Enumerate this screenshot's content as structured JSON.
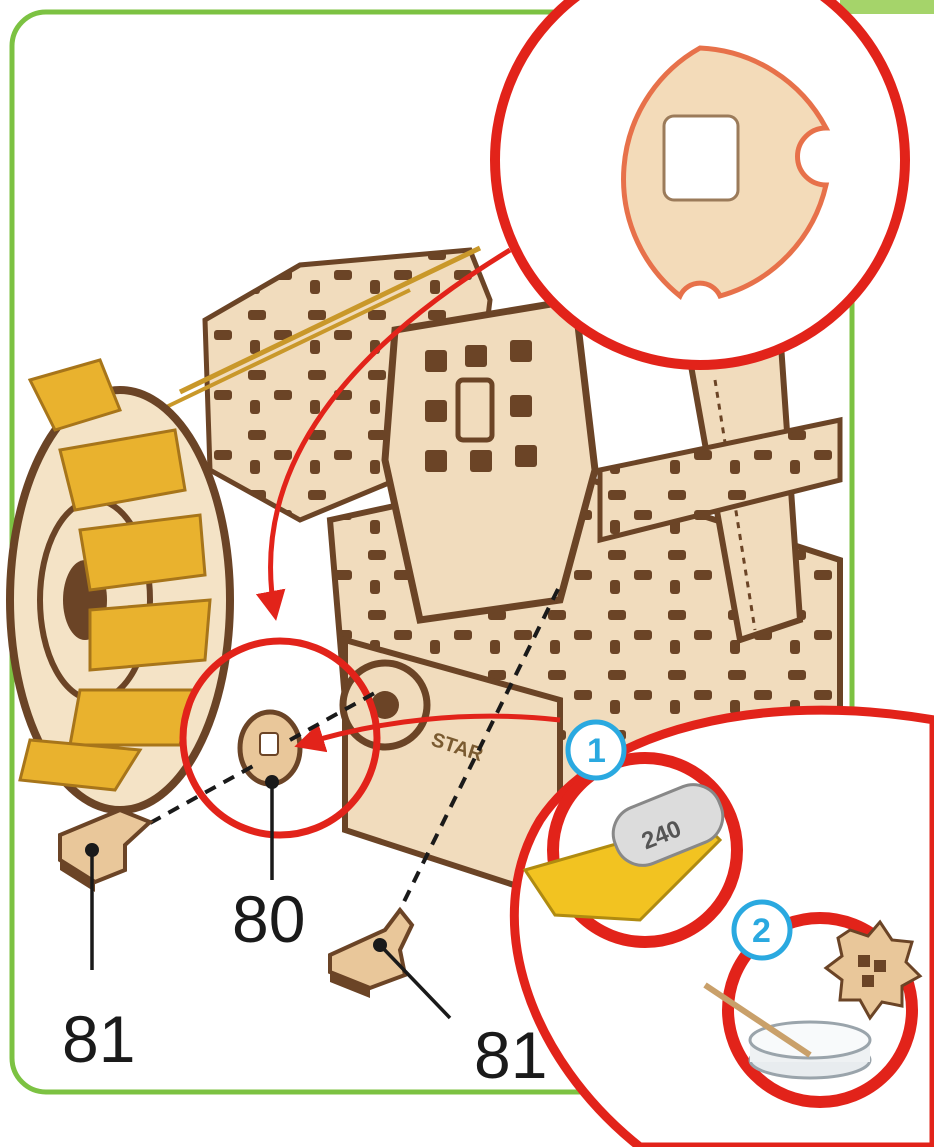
{
  "colors": {
    "frame_border": "#7cc242",
    "callout_red": "#e2231a",
    "step_badge": "#2aa9e0",
    "plywood_light": "#f1dcbd",
    "plywood_edge": "#6b4426",
    "tire_yellow": "#e9b22e"
  },
  "parts": {
    "part_80": "80",
    "part_81_left": "81",
    "part_81_right": "81"
  },
  "callouts": {
    "top_detail": {
      "subject": "wooden disc with square hole and two notches",
      "icon": "disc-detail-icon"
    },
    "small_detail": {
      "subject": "part 80 placement"
    },
    "tips": {
      "step_1": {
        "number": "1",
        "icon": "sandpaper-icon",
        "sandpaper_grit": "240"
      },
      "step_2": {
        "number": "2",
        "icon": "wax-gear-icon"
      }
    }
  },
  "model_stamp": "STAR"
}
